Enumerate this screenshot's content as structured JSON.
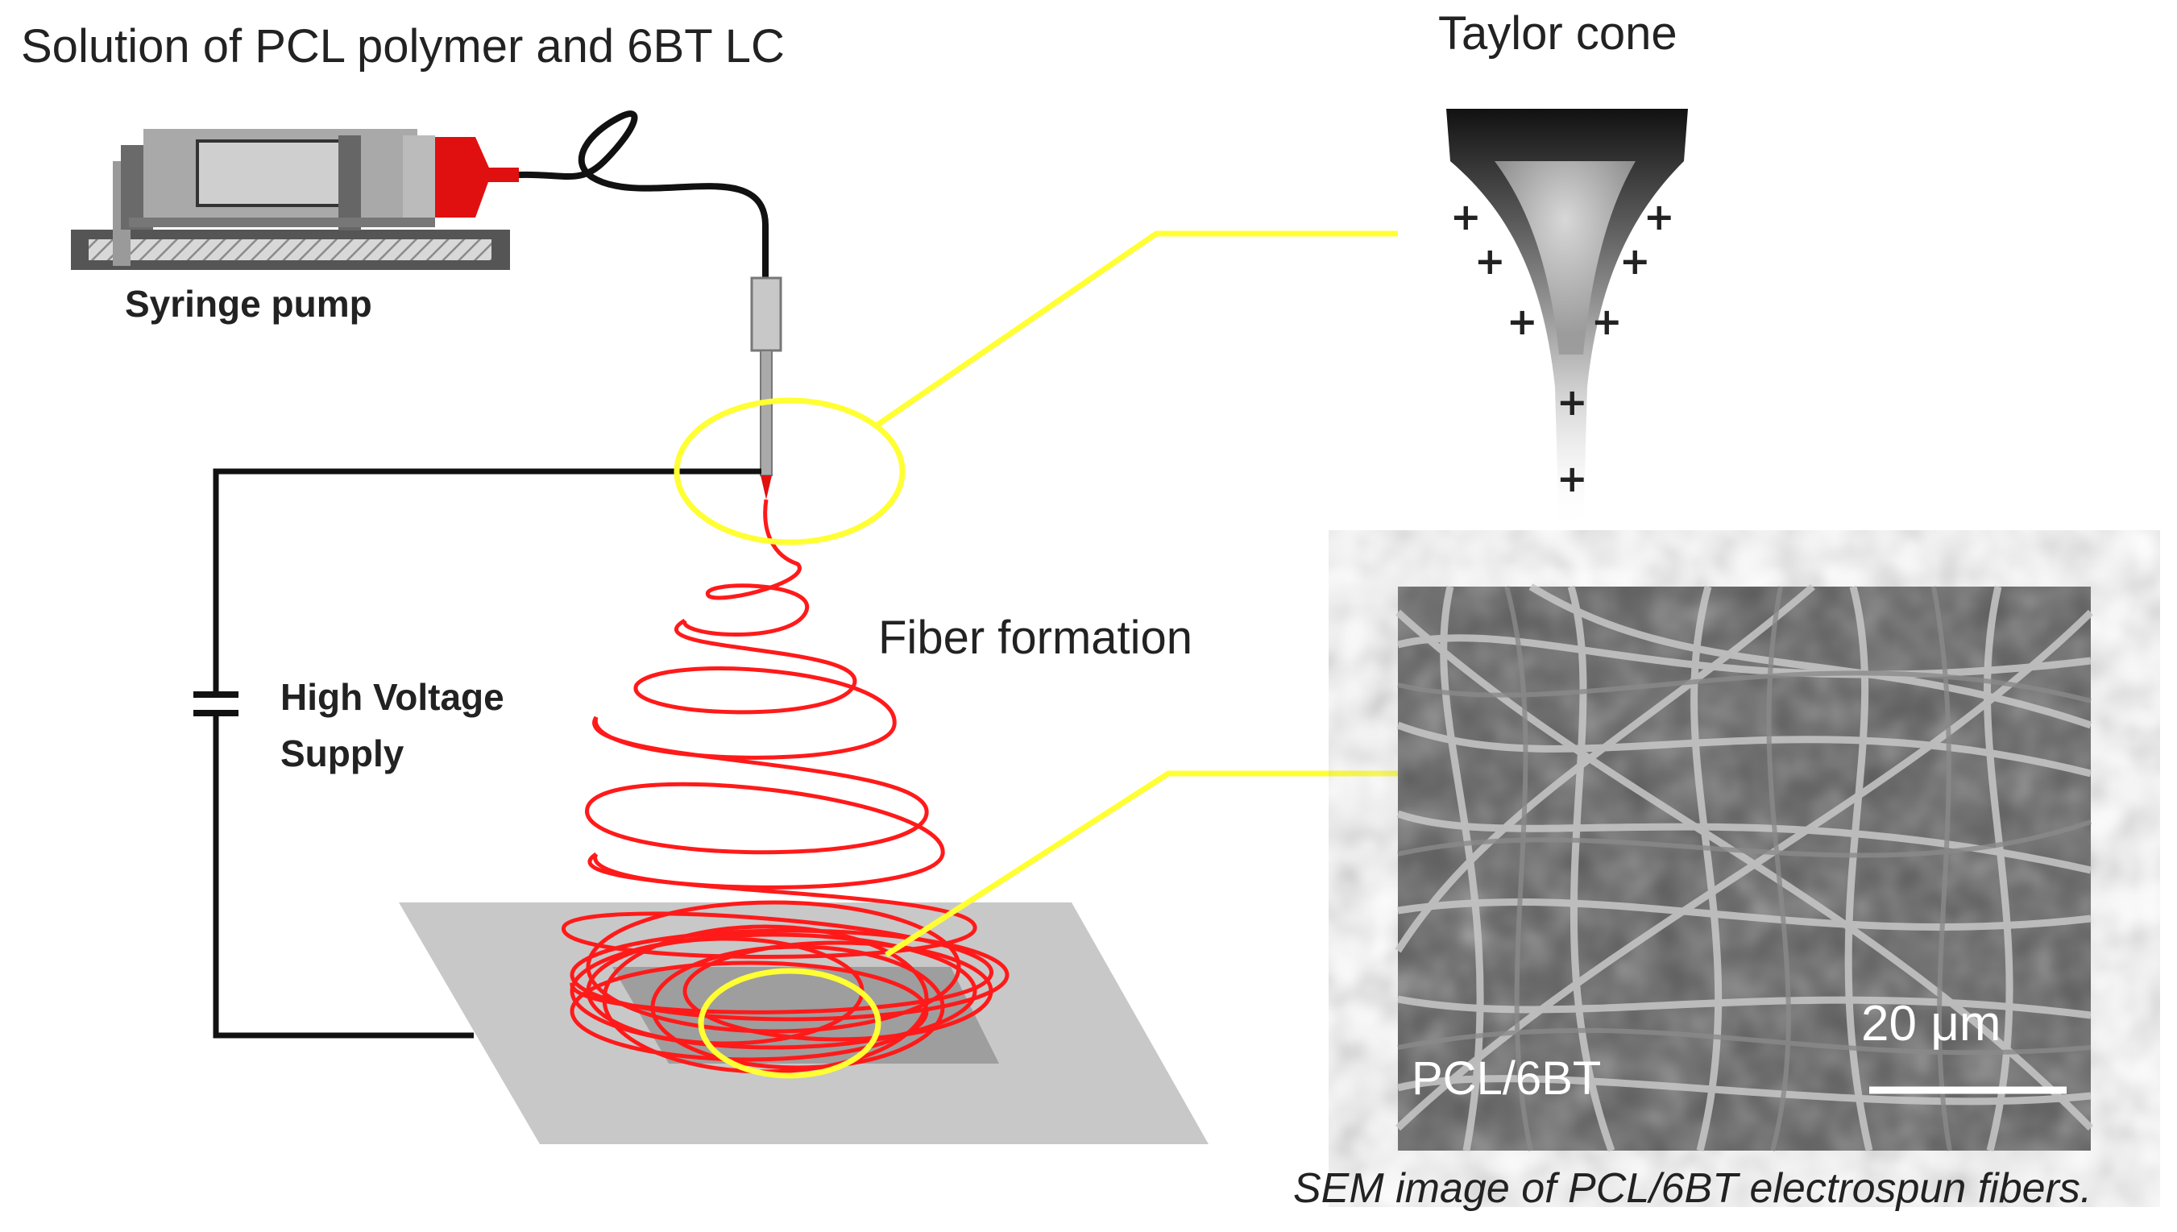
{
  "labels": {
    "title": "Solution of PCL polymer and 6BT LC",
    "syringe_pump": "Syringe pump",
    "high_voltage_line1": "High Voltage",
    "high_voltage_line2": "Supply",
    "taylor_cone": "Taylor cone",
    "fiber_formation": "Fiber formation",
    "sem_caption": "SEM image of PCL/6BT electrospun fibers.",
    "scale_bar": "20 μm",
    "sample": "PCL/6BT"
  },
  "colors": {
    "fiber": "#ff1a1a",
    "callout": "#ffff33",
    "wire": "#111111",
    "collector": "#c8c8c8"
  },
  "icons": [
    "syringe-pump-icon",
    "needle-icon",
    "collector-plate-icon",
    "capacitor-icon",
    "taylor-cone-icon",
    "sem-micrograph-image"
  ]
}
